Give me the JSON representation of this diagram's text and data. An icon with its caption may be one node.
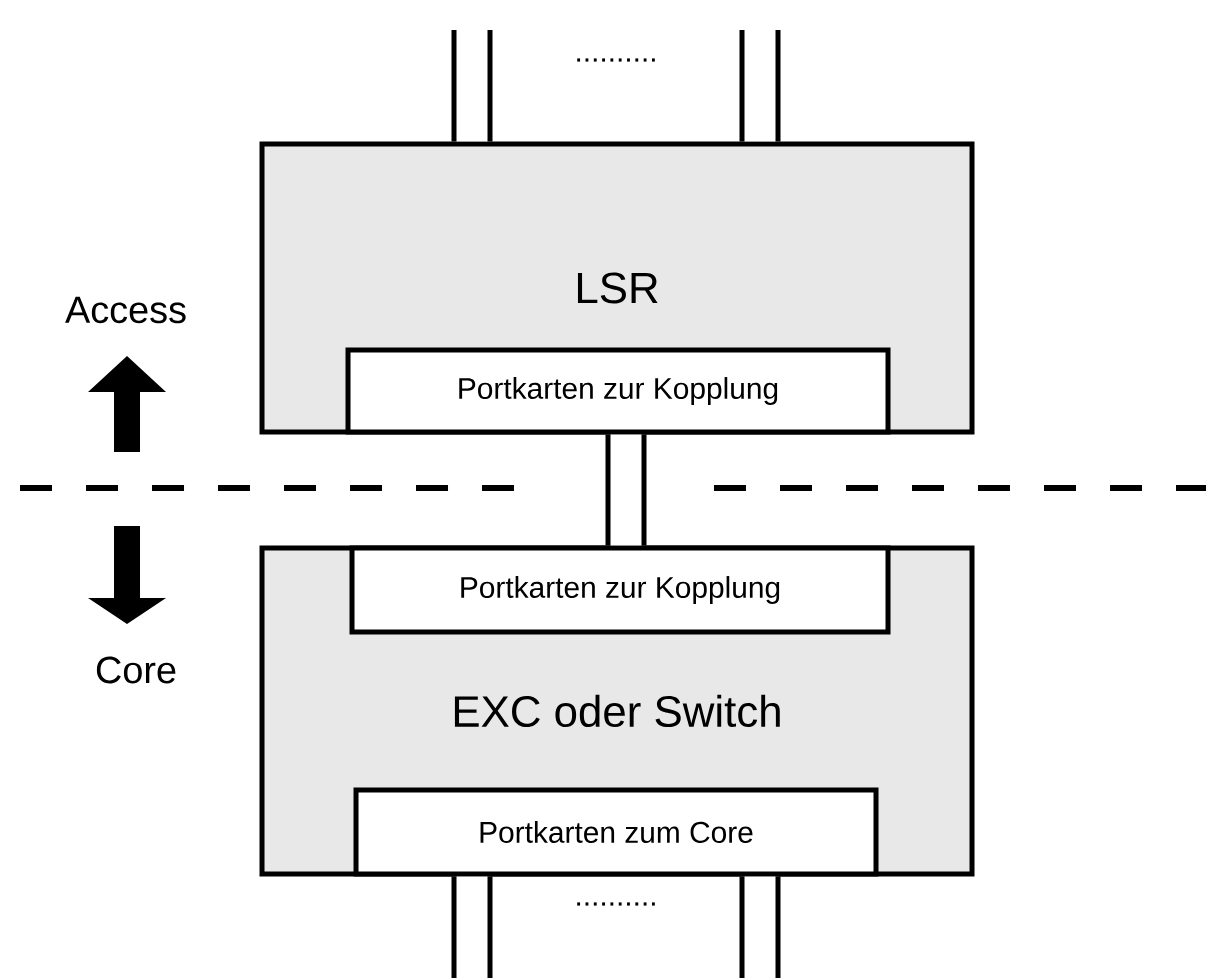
{
  "diagram": {
    "nodes": [
      {
        "text": [
          "LSR"
        ]
      },
      {
        "text": [
          "Portkarten zur Kopplung"
        ],
        "in": 0
      },
      {
        "text": [
          "EXC oder Switch"
        ]
      },
      {
        "text": [
          "Portkarten zur Kopplung"
        ],
        "in": 2
      },
      {
        "text": [
          "Portkarten zum Core"
        ],
        "in": 2
      }
    ],
    "edges": [
      {
        "from": null,
        "to": 0,
        "arrow": "none"
      },
      {
        "from": null,
        "to": 0,
        "arrow": "none"
      },
      {
        "from": 1,
        "to": 3,
        "arrow": "none"
      },
      {
        "from": 4,
        "to": null,
        "arrow": "none"
      },
      {
        "from": 4,
        "to": null,
        "arrow": "none"
      }
    ],
    "labels": [
      "..........",
      "Access",
      "Core",
      ".........."
    ]
  }
}
